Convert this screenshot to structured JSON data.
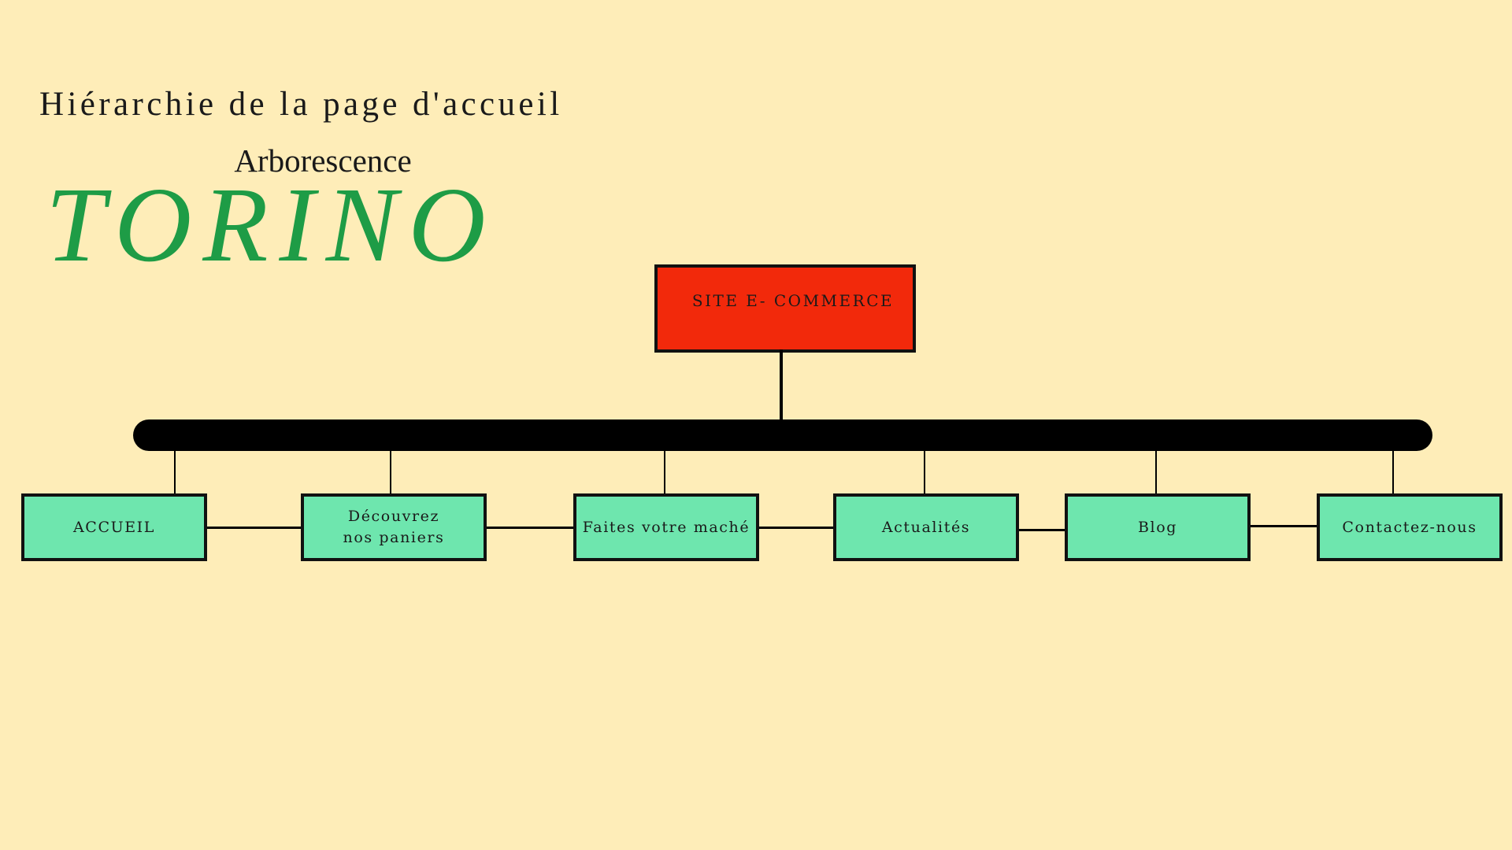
{
  "header": {
    "subtitle": "Hiérarchie de la page d'accueil",
    "heading": "Arborescence",
    "brand": "TORINO"
  },
  "tree": {
    "root": "SITE E- COMMERCE",
    "children": [
      "ACCUEIL",
      "Découvrez\nnos paniers",
      "Faites votre maché",
      "Actualités",
      "Blog",
      "Contactez-nous"
    ]
  },
  "colors": {
    "background": "#feedb8",
    "brand": "#1e9c46",
    "root_fill": "#f2290b",
    "child_fill": "#6ee6ae"
  }
}
